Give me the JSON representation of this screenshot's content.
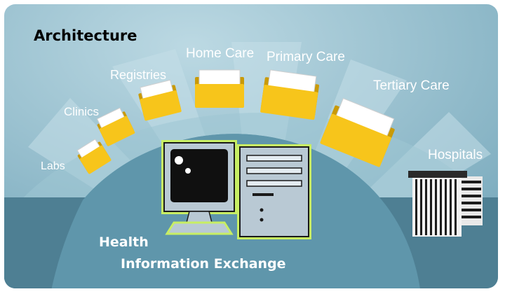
{
  "title": "Architecture",
  "categories": {
    "labs": "Labs",
    "clinics": "Clinics",
    "registries": "Registries",
    "home_care": "Home Care",
    "primary_care": "Primary Care",
    "tertiary_care": "Tertiary Care",
    "hospitals": "Hospitals"
  },
  "center": {
    "line1": "Health",
    "line2": "Information Exchange"
  },
  "colors": {
    "background": "#7fb1c3",
    "arc_band": "#9cc3d1",
    "dome": "#5f96ab",
    "ground": "#4e7f93",
    "folder": "#f7c51b",
    "folder_dark": "#c99a08",
    "computer": "#b9c9d4",
    "outline": "#c8ee63"
  },
  "icons": [
    "folder-icon",
    "computer-icon",
    "buildings-icon"
  ]
}
